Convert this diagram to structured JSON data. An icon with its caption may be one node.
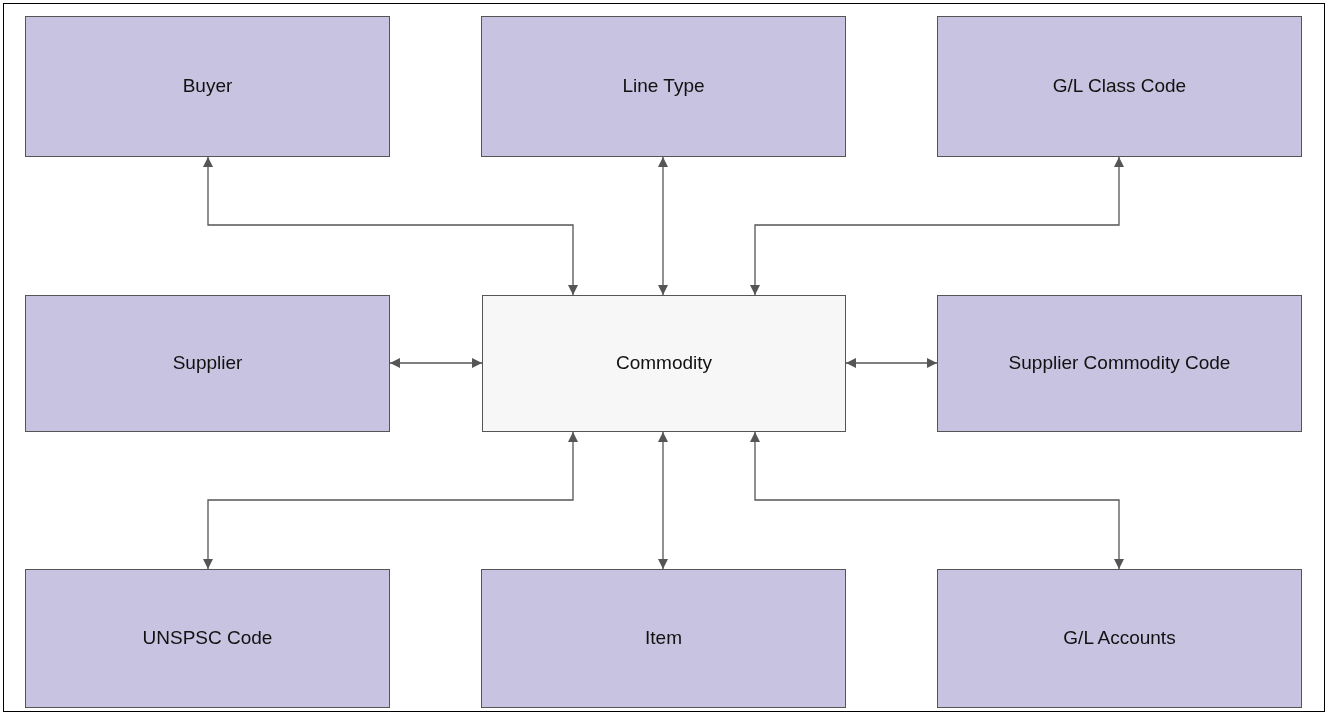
{
  "diagram": {
    "nodes": [
      {
        "text": [
          "Buyer"
        ]
      },
      {
        "text": [
          "Line Type"
        ]
      },
      {
        "text": [
          "G/L Class Code"
        ]
      },
      {
        "text": [
          "Supplier"
        ]
      },
      {
        "text": [
          "Commodity"
        ]
      },
      {
        "text": [
          "Supplier Commodity Code"
        ]
      },
      {
        "text": [
          "UNSPSC Code"
        ]
      },
      {
        "text": [
          "Item"
        ]
      },
      {
        "text": [
          "G/L Accounts"
        ]
      }
    ],
    "edges": [
      {
        "from": 0,
        "to": 4,
        "arrow": "both"
      },
      {
        "from": 1,
        "to": 4,
        "arrow": "both"
      },
      {
        "from": 2,
        "to": 4,
        "arrow": "both"
      },
      {
        "from": 3,
        "to": 4,
        "arrow": "both"
      },
      {
        "from": 4,
        "to": 5,
        "arrow": "both"
      },
      {
        "from": 4,
        "to": 6,
        "arrow": "both"
      },
      {
        "from": 4,
        "to": 7,
        "arrow": "both"
      },
      {
        "from": 4,
        "to": 8,
        "arrow": "both"
      }
    ]
  }
}
